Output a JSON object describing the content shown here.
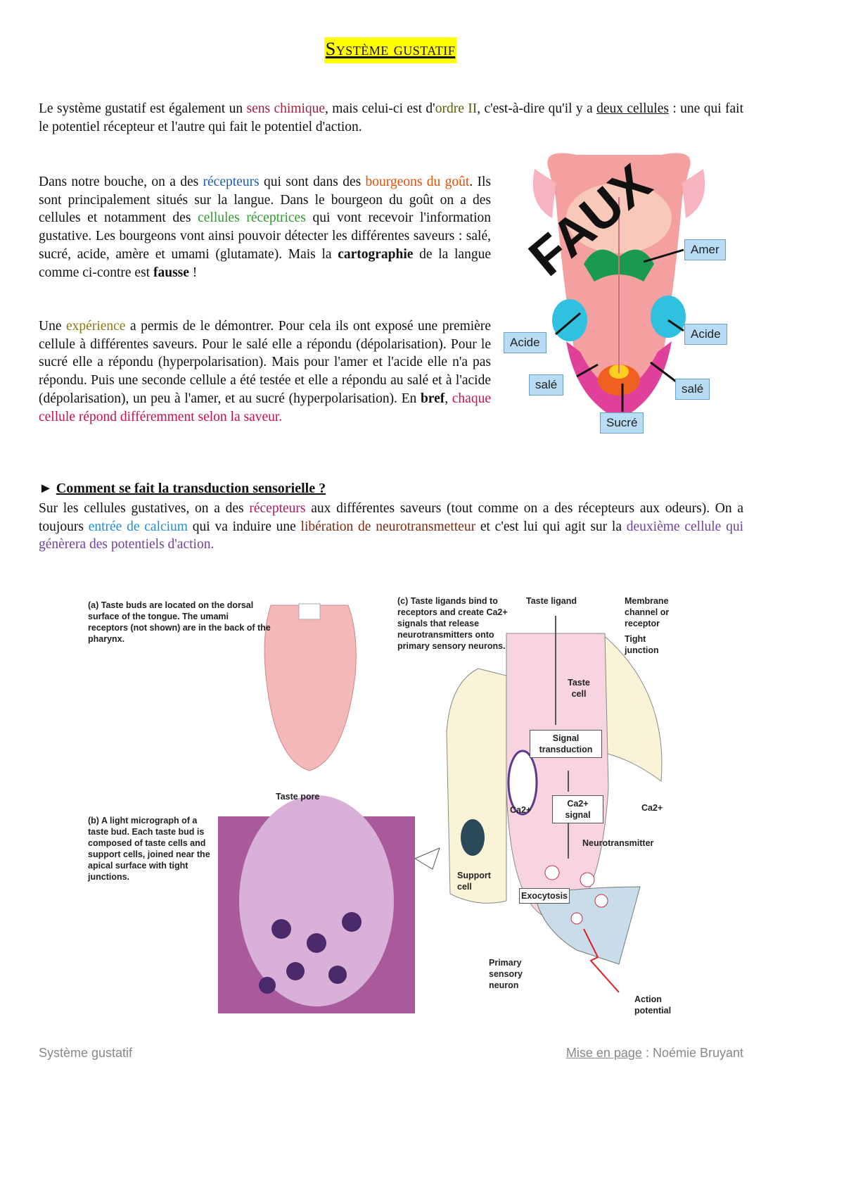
{
  "title": "Système gustatif",
  "intro": {
    "t1": "Le système gustatif est également un ",
    "sens": "sens chimique",
    "t2": ", mais celui-ci est d'",
    "ordre": "ordre II",
    "t3": ", c'est-à-dire qu'il y a ",
    "deux": "deux cellules",
    "t4": " : une qui fait le potentiel récepteur et l'autre qui fait le potentiel d'action."
  },
  "p2": {
    "t1": "Dans notre bouche, on a des ",
    "recepteurs": "récepteurs",
    "t2": " qui sont dans des ",
    "bourgeons": "bourgeons du goût",
    "t3": ". Ils sont principalement situés sur la langue. Dans le bourgeon du goût on a des cellules et notamment des ",
    "cellules": "cellules réceptrices",
    "t4": " qui vont recevoir l'information gustative. Les bourgeons vont ainsi pouvoir détecter les différentes saveurs : salé, sucré, acide, amère et umami (glutamate). Mais la ",
    "carto": "cartographie",
    "t5": " de la langue comme ci-contre est ",
    "fausse": "fausse",
    "t6": " !"
  },
  "p3": {
    "t1": "Une ",
    "exp": "expérience",
    "t2": " a permis de le démontrer. Pour cela ils ont exposé une première cellule à différentes saveurs. Pour le salé elle a répondu (dépolarisation). Pour le sucré elle a répondu (hyperpolarisation). Mais pour l'amer et l'acide elle n'a pas répondu. Puis une seconde cellule a été testée et elle a répondu au salé et à l'acide (dépolarisation), un peu à l'amer, et au sucré (hyperpolarisation). En ",
    "bref": "bref",
    "t3": ", ",
    "chaque": "chaque cellule répond différemment selon la saveur."
  },
  "tongue_map": {
    "stamp": "FAUX",
    "labels": {
      "amer": "Amer",
      "acide_left": "Acide",
      "acide_right": "Acide",
      "sale_left": "salé",
      "sale_right": "salé",
      "sucre": "Sucré"
    }
  },
  "section": {
    "arrow": "►",
    "heading": "Comment se fait la transduction sensorielle ?"
  },
  "p4": {
    "t1": "Sur les cellules gustatives, on a des ",
    "rec": "récepteurs",
    "t2": " aux différentes saveurs (tout comme on a des récepteurs aux odeurs). On a toujours ",
    "calc": "entrée de calcium",
    "t3": " qui va induire une ",
    "lib": "libération de neurotransmetteur",
    "t4": " et c'est lui qui agit sur la ",
    "deux": "deuxième cellule qui génèrera des potentiels d'action."
  },
  "figure": {
    "a": "(a) Taste buds are located on the dorsal surface of the tongue. The umami receptors (not shown) are in the back of the pharynx.",
    "b": "(b) A light micrograph of a taste bud. Each taste bud is composed of taste cells and support cells, joined near the apical surface with tight junctions.",
    "c": "(c) Taste ligands bind to receptors and create Ca2+ signals that release neurotransmitters onto primary sensory neurons.",
    "taste_pore": "Taste pore",
    "taste_ligand": "Taste ligand",
    "membrane": "Membrane channel or receptor",
    "tight": "Tight junction",
    "taste_cell": "Taste cell",
    "signal_trans": "Signal transduction",
    "ca_left": "Ca2+",
    "ca_signal": "Ca2+ signal",
    "ca_right": "Ca2+",
    "neurotransmitter": "Neurotransmitter",
    "support": "Support cell",
    "exocytosis": "Exocytosis",
    "primary": "Primary sensory neuron",
    "action": "Action potential"
  },
  "footer": {
    "left": "Système gustatif",
    "mise": "Mise en page",
    "right": " : Noémie Bruyant"
  }
}
